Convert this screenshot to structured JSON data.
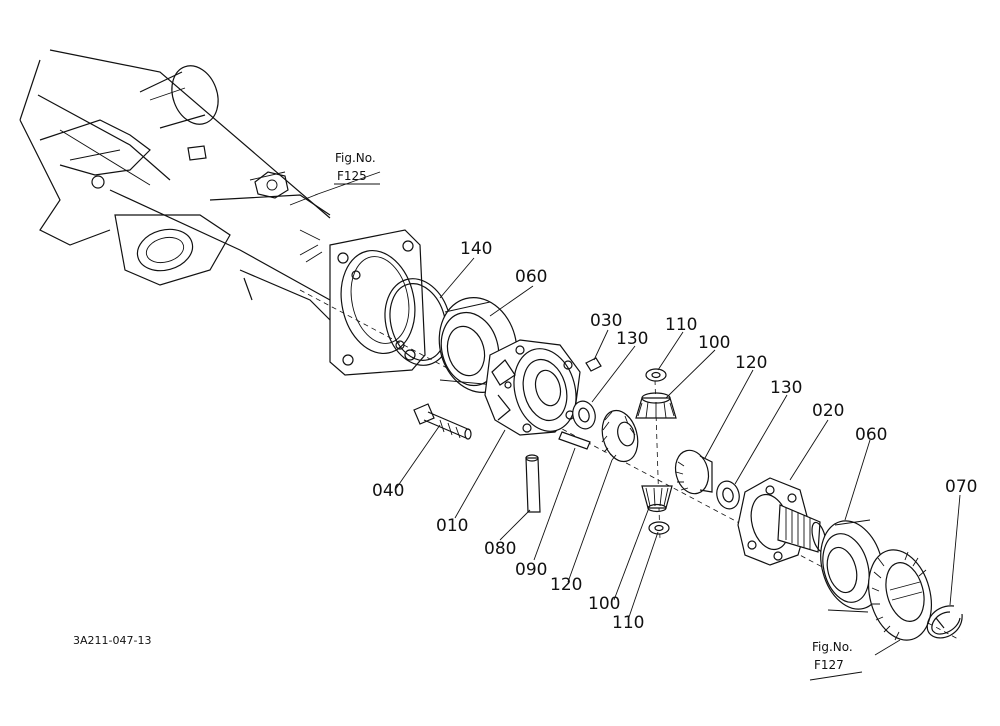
{
  "figure_code": "3A211-047-13",
  "fig_refs": [
    {
      "line1": "Fig.No.",
      "line2": "F125"
    },
    {
      "line1": "Fig.No.",
      "line2": "F127"
    }
  ],
  "part_labels": [
    "140",
    "060",
    "030",
    "130",
    "110",
    "100",
    "120",
    "130",
    "020",
    "060",
    "070",
    "040",
    "010",
    "080",
    "090",
    "120",
    "100",
    "110"
  ]
}
